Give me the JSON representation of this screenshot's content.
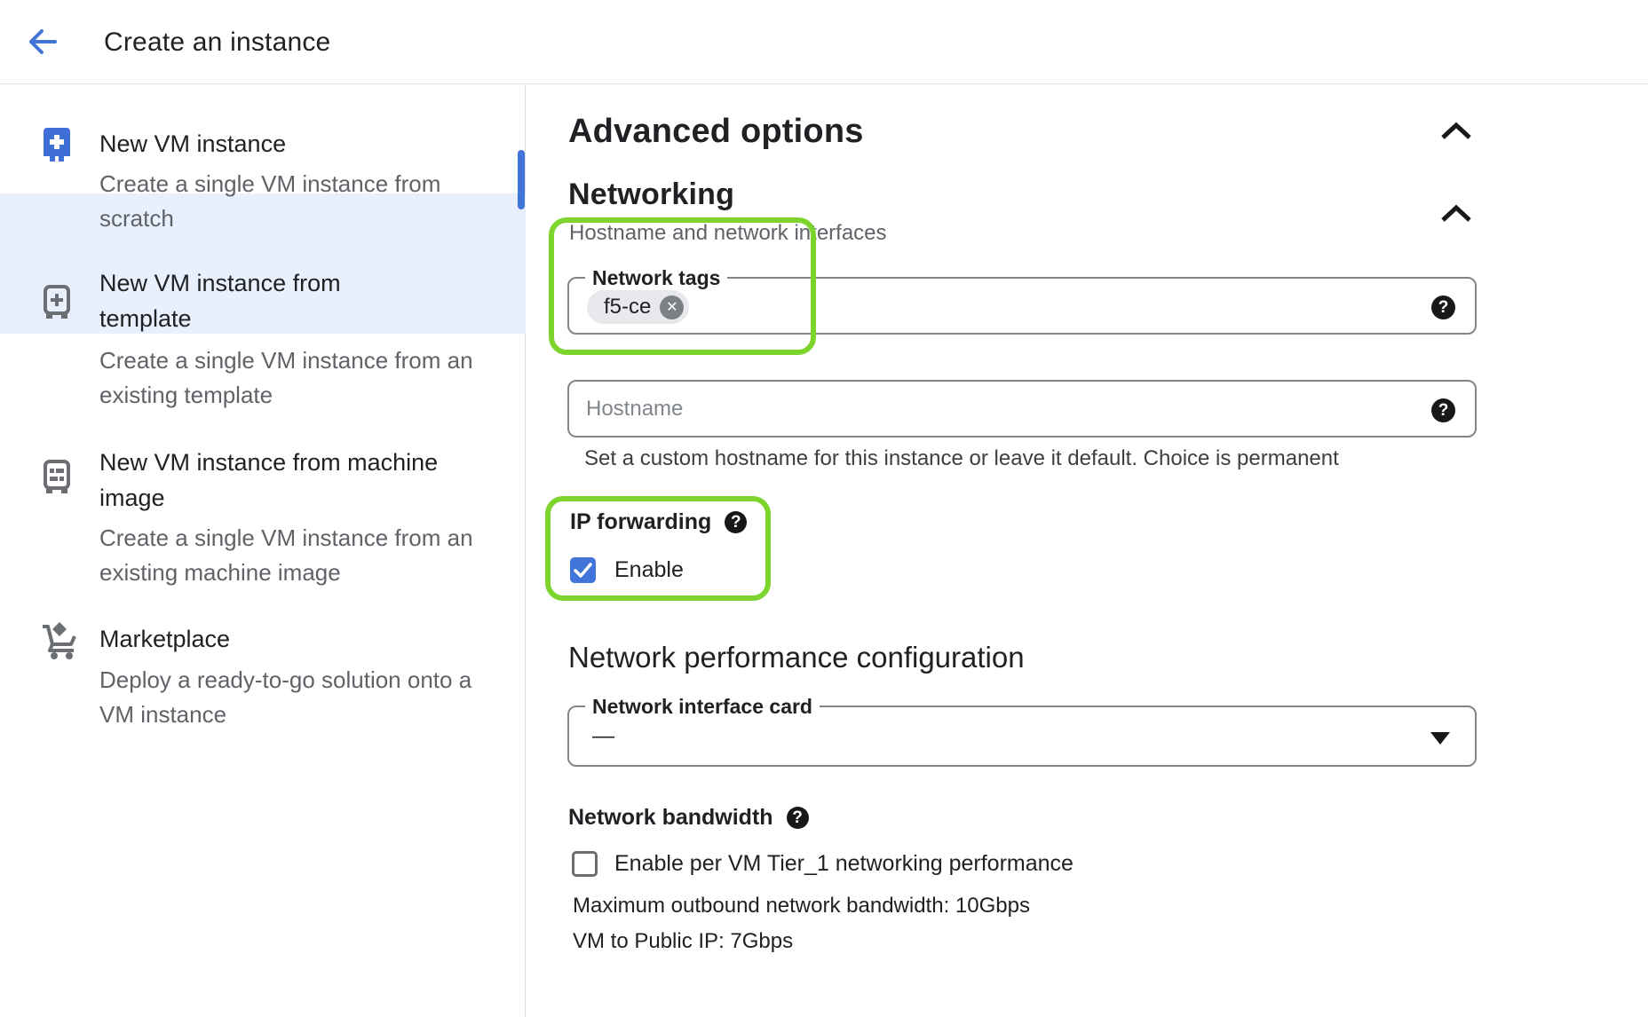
{
  "header": {
    "title": "Create an instance"
  },
  "sidebar": {
    "items": [
      {
        "title": "New VM instance",
        "description": "Create a single VM instance from\nscratch",
        "icon": "vm-plus-filled",
        "selected": true
      },
      {
        "title": "New VM instance from\ntemplate",
        "description": "Create a single VM instance from an\nexisting template",
        "icon": "vm-plus-outline",
        "selected": false
      },
      {
        "title": "New VM instance from machine\nimage",
        "description": "Create a single VM instance from an\nexisting machine image",
        "icon": "vm-machine-image",
        "selected": false
      },
      {
        "title": "Marketplace",
        "description": "Deploy a ready-to-go solution onto a\nVM instance",
        "icon": "marketplace-cart",
        "selected": false
      }
    ]
  },
  "main": {
    "advanced_options": {
      "title": "Advanced options",
      "expanded": true
    },
    "networking": {
      "title": "Networking",
      "expanded": true,
      "subtitle": "Hostname and network interfaces",
      "network_tags": {
        "label": "Network tags",
        "tags": [
          {
            "text": "f5-ce"
          }
        ],
        "help_icon": "?"
      },
      "hostname": {
        "placeholder": "Hostname",
        "value": "",
        "help_icon": "?",
        "helper": "Set a custom hostname for this instance or leave it default. Choice is permanent"
      },
      "ip_forwarding": {
        "label": "IP forwarding",
        "help_icon": "?",
        "checkbox_label": "Enable",
        "checked": true
      },
      "network_performance": {
        "title": "Network performance configuration",
        "nic_label": "Network interface card",
        "nic_value": "—",
        "bandwidth_label": "Network bandwidth",
        "bandwidth_help_icon": "?",
        "tier1_checkbox_label": "Enable per VM Tier_1 networking performance",
        "tier1_checked": false,
        "max_bandwidth": "Maximum outbound network bandwidth: 10Gbps",
        "vm_to_public_ip": "VM to Public IP: 7Gbps"
      }
    }
  },
  "colors": {
    "accent_blue": "#4174d9",
    "annotation_green": "#7cd42c",
    "selected_item_bg": "#e8f0fe",
    "field_border_gray": "#80868b",
    "text_primary": "#202124",
    "text_secondary": "#5f6368"
  }
}
